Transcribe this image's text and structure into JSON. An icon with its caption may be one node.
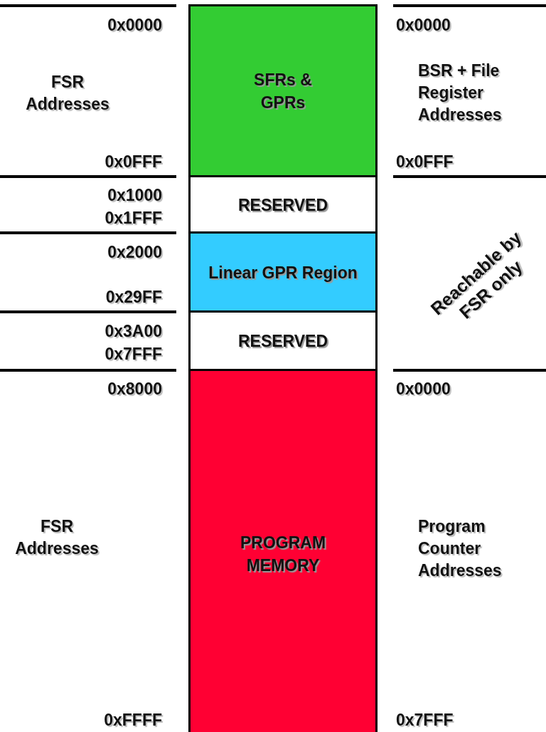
{
  "diagram": {
    "nodes": [
      {
        "text": [
          "SFRs & GPRs"
        ]
      },
      {
        "text": [
          "RESERVED"
        ]
      },
      {
        "text": [
          "Linear GPR Region"
        ]
      },
      {
        "text": [
          "RESERVED"
        ]
      },
      {
        "text": [
          "PROGRAM MEMORY"
        ]
      }
    ],
    "labels": [
      "0x0000",
      "0x0000",
      "FSR Addresses",
      "BSR + File Register Addresses",
      "0x0FFF",
      "0x0FFF",
      "0x1000",
      "0x1FFF",
      "0x2000",
      "Reachable by FSR only",
      "0x29FF",
      "0x3A00",
      "0x7FFF",
      "0x8000",
      "0x0000",
      "FSR Addresses",
      "Program Counter Addresses",
      "0xFFFF",
      "0x7FFF"
    ]
  }
}
